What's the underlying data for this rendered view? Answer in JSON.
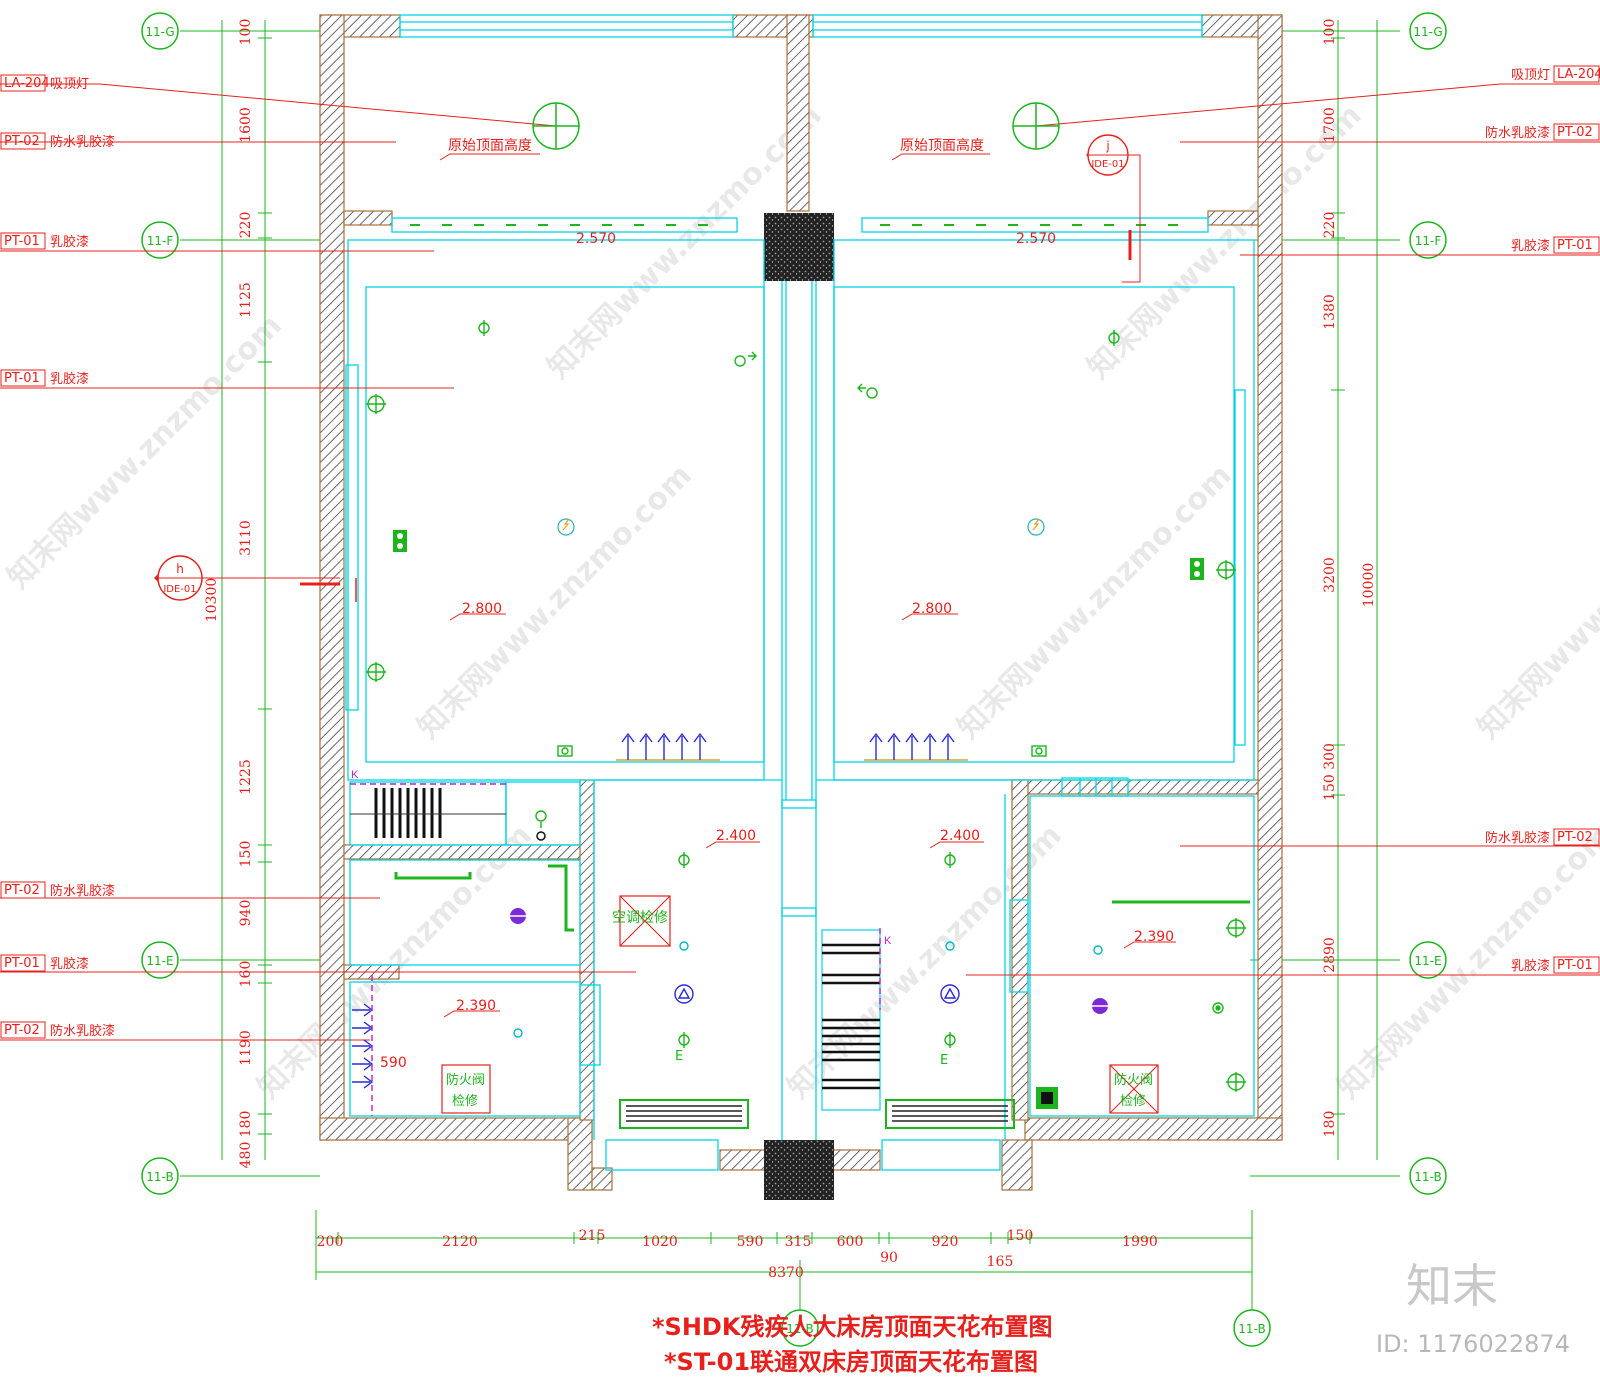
{
  "drawing": {
    "title_line1": "*SHDK残疾人大床房顶面天花布置图",
    "title_line2": "*ST-01联通双床房顶面天花布置图",
    "brand": "知末",
    "image_id": "ID: 1176022874",
    "watermark": "知末网www.znzmo.com"
  },
  "left_callouts": [
    {
      "code": "LA-204",
      "text": "吸顶灯"
    },
    {
      "code": "PT-02",
      "text": "防水乳胶漆"
    },
    {
      "code": "PT-01",
      "text": "乳胶漆"
    },
    {
      "code": "PT-01",
      "text": "乳胶漆"
    },
    {
      "code": "PT-02",
      "text": "防水乳胶漆"
    },
    {
      "code": "PT-01",
      "text": "乳胶漆"
    },
    {
      "code": "PT-02",
      "text": "防水乳胶漆"
    }
  ],
  "right_callouts": [
    {
      "code": "LA-204",
      "text": "吸顶灯"
    },
    {
      "code": "PT-02",
      "text": "防水乳胶漆"
    },
    {
      "code": "PT-01",
      "text": "乳胶漆"
    },
    {
      "code": "PT-02",
      "text": "防水乳胶漆"
    },
    {
      "code": "PT-01",
      "text": "乳胶漆"
    }
  ],
  "axes": {
    "g": "11-G",
    "f": "11-F",
    "e_left": "11-E",
    "e_right": "11-E",
    "b": "11-B",
    "m": "11-B",
    "r": "11-B"
  },
  "left_dims": [
    "100",
    "1600",
    "220",
    "1125",
    "3110",
    "1225",
    "150",
    "940",
    "160",
    "1190",
    "180",
    "480"
  ],
  "left_total": "10300",
  "right_dims": [
    "100",
    "1700",
    "220",
    "1380",
    "3200",
    "150 300",
    "2890",
    "180"
  ],
  "right_total": "10000",
  "bottom_dims": [
    "200",
    "2120",
    "215",
    "1020",
    "590",
    "315",
    "600",
    "90",
    "920",
    "150",
    "165",
    "1990"
  ],
  "bottom_total": "8370",
  "heights": {
    "orig_l": "原始顶面高度",
    "orig_r": "原始顶面高度",
    "h2570_l": "2.570",
    "h2570_r": "2.570",
    "h2800_l": "2.800",
    "h2800_r": "2.800",
    "h2400_l": "2.400",
    "h2400_r": "2.400",
    "h2390_l": "2.390",
    "h2390_r": "2.390",
    "d590": "590"
  },
  "room_labels": {
    "ac_access": "空调检修",
    "fire_damper_1": "防火阀",
    "fire_damper_2": "检修",
    "fire_damper_r1": "防火阀",
    "fire_damper_r2": "检修",
    "e_mark_l": "E",
    "e_mark_r": "E",
    "k_mark_l": "K",
    "k_mark_r": "K"
  },
  "sections": {
    "h_letter": "h",
    "h_ref": "IDE-01",
    "j_letter": "j",
    "j_ref": "IDE-01"
  },
  "colors": {
    "red": "#e8201c",
    "green": "#1db51d",
    "cyan": "#00d5e6",
    "wall": "#a8703a",
    "blue": "#2a2ad8",
    "purple": "#c21ec2"
  }
}
